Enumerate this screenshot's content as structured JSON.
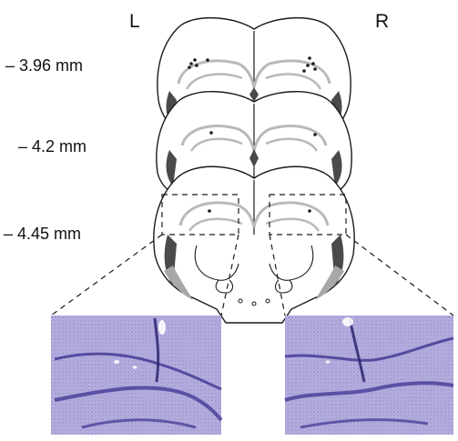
{
  "hemisphere_labels": {
    "left": "L",
    "right": "R"
  },
  "section_levels": [
    "– 3.96 mm",
    "– 4.2 mm",
    "– 4.45 mm"
  ],
  "colors": {
    "outline": "#1a1a1a",
    "hippocampus_gray": "#b9b9b9",
    "ventricle_dark": "#4a4a4a",
    "highlight_gray": "#a8a8a8",
    "nissl_purple": "#6e63b8",
    "nissl_light": "#b6b0de"
  }
}
